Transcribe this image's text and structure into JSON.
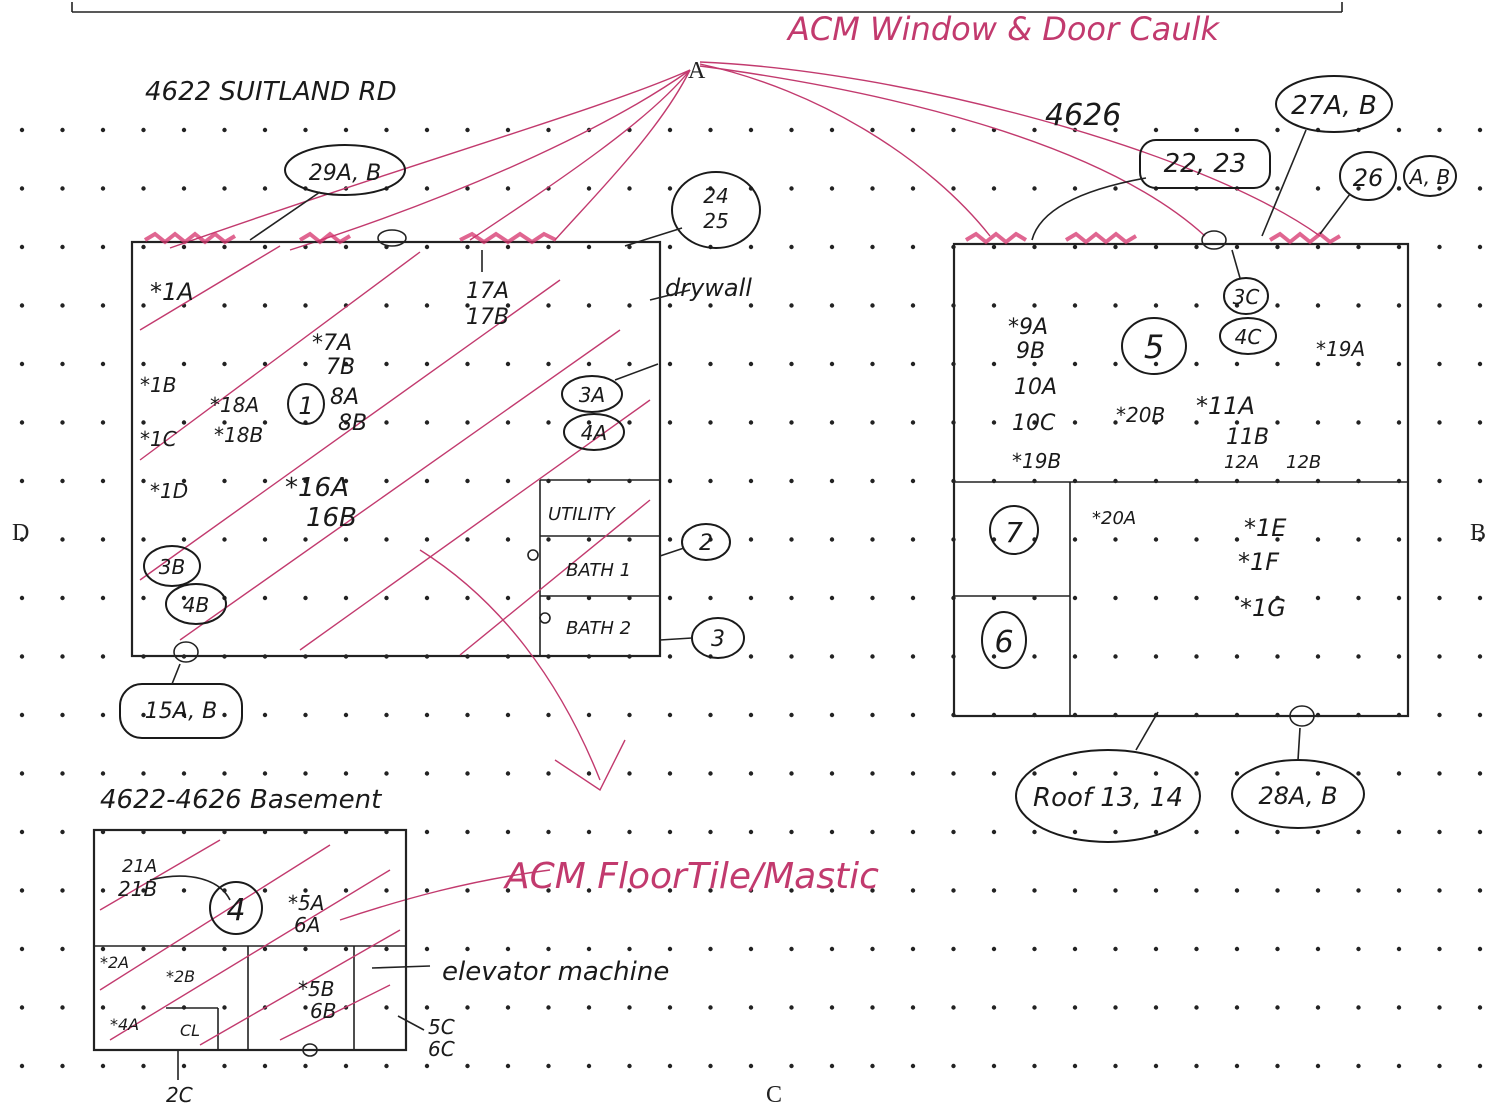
{
  "corner_letters": {
    "a": "A",
    "b": "B",
    "c": "C",
    "d": "D"
  },
  "headings": {
    "acm_window_door": "ACM Window & Door Caulk",
    "acm_floor": "ACM FloorTile/Mastic",
    "building_4622": "4622 SUITLAND RD",
    "building_4626": "4626",
    "basement": "4622-4626 Basement"
  },
  "b4622": {
    "bubble_29": "29A, B",
    "bubble_24": "24",
    "bubble_25": "25",
    "bubble_15": "15A, B",
    "bubble_3A": "3A",
    "bubble_4A": "4A",
    "bubble_3B": "3B",
    "bubble_4B": "4B",
    "circle_2": "2",
    "circle_3": "3",
    "circle_1": "1",
    "drywall": "drywall",
    "utility": "UTILITY",
    "bath1": "BATH 1",
    "bath2": "BATH 2",
    "s1A": "*1A",
    "s1B": "*1B",
    "s1C": "*1C",
    "s1D": "*1D",
    "s17A": "17A",
    "s17B": "17B",
    "s7A": "*7A",
    "s7B": "7B",
    "s8A": "8A",
    "s8B": "8B",
    "s18A": "*18A",
    "s18B": "*18B",
    "s16A": "*16A",
    "s16B": "16B"
  },
  "b4626": {
    "bubble_27": "27A, B",
    "bubble_2223": "22, 23",
    "bubble_26": "26",
    "bubble_AB": "A, B",
    "bubble_3C": "3C",
    "bubble_4C": "4C",
    "bubble_28": "28A, B",
    "bubble_roof": "Roof 13, 14",
    "circle_5": "5",
    "circle_7": "7",
    "circle_6": "6",
    "s9A": "*9A",
    "s9B": "9B",
    "s10A": "10A",
    "s10C": "10C",
    "s19A": "*19A",
    "s20B": "*20B",
    "s11A": "*11A",
    "s11B": "11B",
    "s12A": "12A",
    "s12B": "12B",
    "s19B": "*19B",
    "s20A": "*20A",
    "s1E": "*1E",
    "s1F": "*1F",
    "s1G": "*1G"
  },
  "basement": {
    "s21A": "21A",
    "s21B": "21B",
    "circle_4": "4",
    "s5A": "*5A",
    "s6A": "6A",
    "s2A": "*2A",
    "s2B": "*2B",
    "s4A": "*4A",
    "s5B": "*5B",
    "s6B": "6B",
    "cl": "CL",
    "elevator": "elevator machine",
    "s5C": "5C",
    "s6C": "6C",
    "s2C": "2C"
  }
}
